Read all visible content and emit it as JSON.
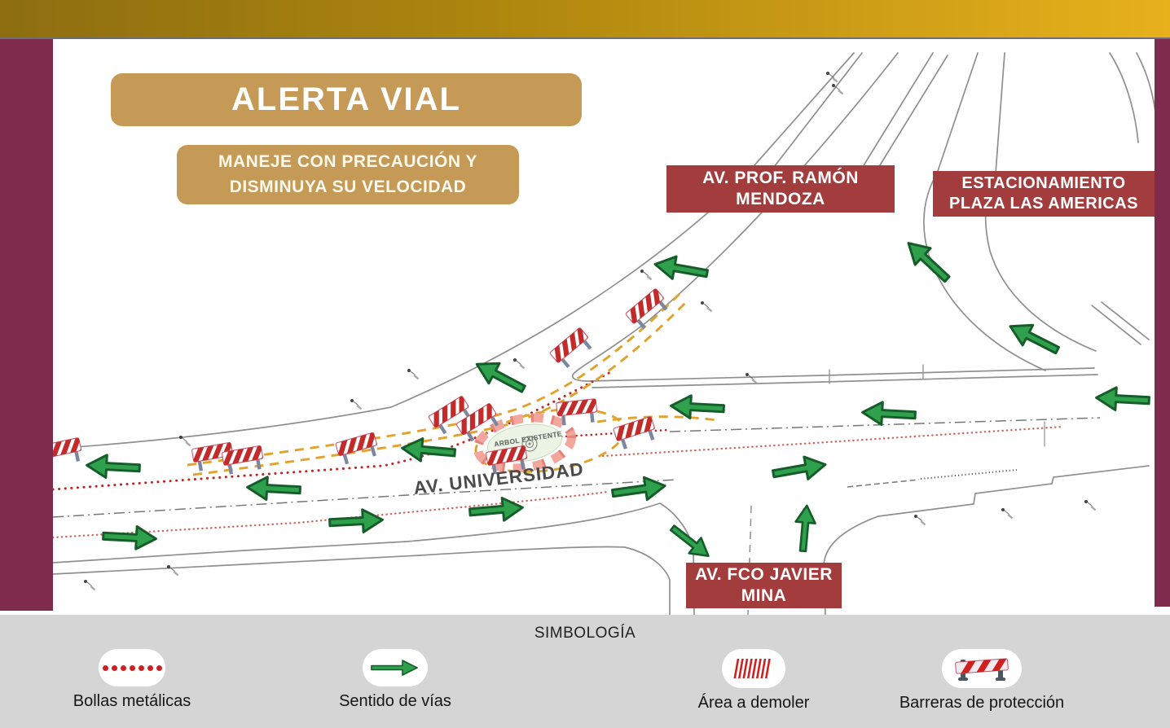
{
  "header": {
    "title": "ALERTA VIAL",
    "subtitle": "MANEJE CON PRECAUCIÓN Y DISMINUYA SU VELOCIDAD"
  },
  "map": {
    "labels": {
      "mendoza": "AV. PROF. RAMÓN MENDOZA",
      "estacionamiento": "ESTACIONAMIENTO PLAZA LAS AMERICAS",
      "universidad": "AV. UNIVERSIDAD",
      "mina": "AV. FCO JAVIER MINA",
      "arbol": "ARBOL EXISTENTE"
    },
    "icons": {
      "direction_arrow": "green-arrow-icon",
      "barrier": "protection-barrier-icon",
      "bollas": "red-dots-line-icon",
      "demolition": "red-hatch-area-icon",
      "tree": "existing-tree-icon"
    }
  },
  "legend": {
    "title": "SIMBOLOGÍA",
    "items": [
      {
        "label": "Bollas metálicas",
        "icon": "red-dots-icon"
      },
      {
        "label": "Sentido de vías",
        "icon": "green-arrow-icon"
      },
      {
        "label": "Área a demoler",
        "icon": "red-hatch-icon"
      },
      {
        "label": "Barreras de protección",
        "icon": "barrier-icon"
      }
    ]
  },
  "colors": {
    "gold_left": "#8d6e10",
    "gold_right": "#e7b11c",
    "maroon_band": "#7e2b4e",
    "tan_box": "#c59a57",
    "brick_label": "#a33c3c",
    "legend_bg": "#d5d5d5",
    "arrow_green": "#2fa14d",
    "barrier_red": "#c32b2b",
    "orange_dash": "#e2a22b",
    "bolla_red": "#c22222"
  }
}
